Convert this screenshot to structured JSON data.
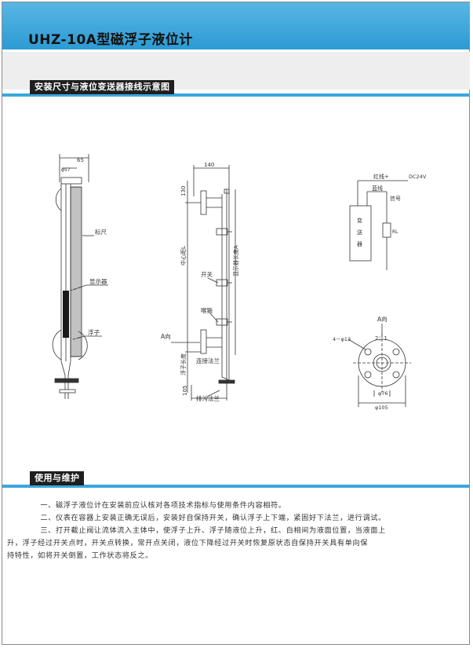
{
  "header": {
    "title": "UHZ-10A型磁浮子液位计"
  },
  "sections": {
    "installation": {
      "label": "安装尺寸与液位变送器接线示意图"
    },
    "usage": {
      "label": "使用与维护"
    }
  },
  "drawings": {
    "gauge": {
      "dim_width": "65",
      "dim_small": "φ57",
      "label_scale": "标尺",
      "label_display": "显示器",
      "label_float": "浮子"
    },
    "side": {
      "dim_top_width": "140",
      "dim_top": "130",
      "label_center_distance": "中心距L",
      "label_display_length": "显示器长度A",
      "label_switch": "开关",
      "label_clamp": "喉箍",
      "label_direction_a": "A向",
      "label_float_length": "浮子长度",
      "label_connection_flange": "连接法兰",
      "dim_bottom": "105",
      "label_drain_flange": "排污法兰"
    },
    "wiring": {
      "red_wire": "红线+",
      "voltage": "DC24V",
      "blue_wire": "蓝线",
      "signal": "信号",
      "transmitter_chars": [
        "变",
        "送",
        "器"
      ],
      "resistor": "RL"
    },
    "flange": {
      "title": "A向",
      "holes": "4－φ13",
      "ratio": "2：1",
      "inner_dia": "φ76",
      "outer_dia": "φ105"
    }
  },
  "usage_text": [
    "一、磁浮子液位计在安装前应认核对各项技术指标与使用条件内容相符。",
    "二、仪表在容器上安装正确无误后，安装好自保持开关，确认浮子上下端，紧固好下法兰，进行调试。",
    "三、打开截止阀让流体流入主体中，使浮子上升、浮子随液位上升，红、白相间为液面位置，当液面上",
    "升，浮子经过开关点时，开关点转换，常开点关闭，液位下降经过开关时恢复原状态自保持开关具有单向保",
    "持特性，如将开关倒置，工作状态将反之。"
  ]
}
